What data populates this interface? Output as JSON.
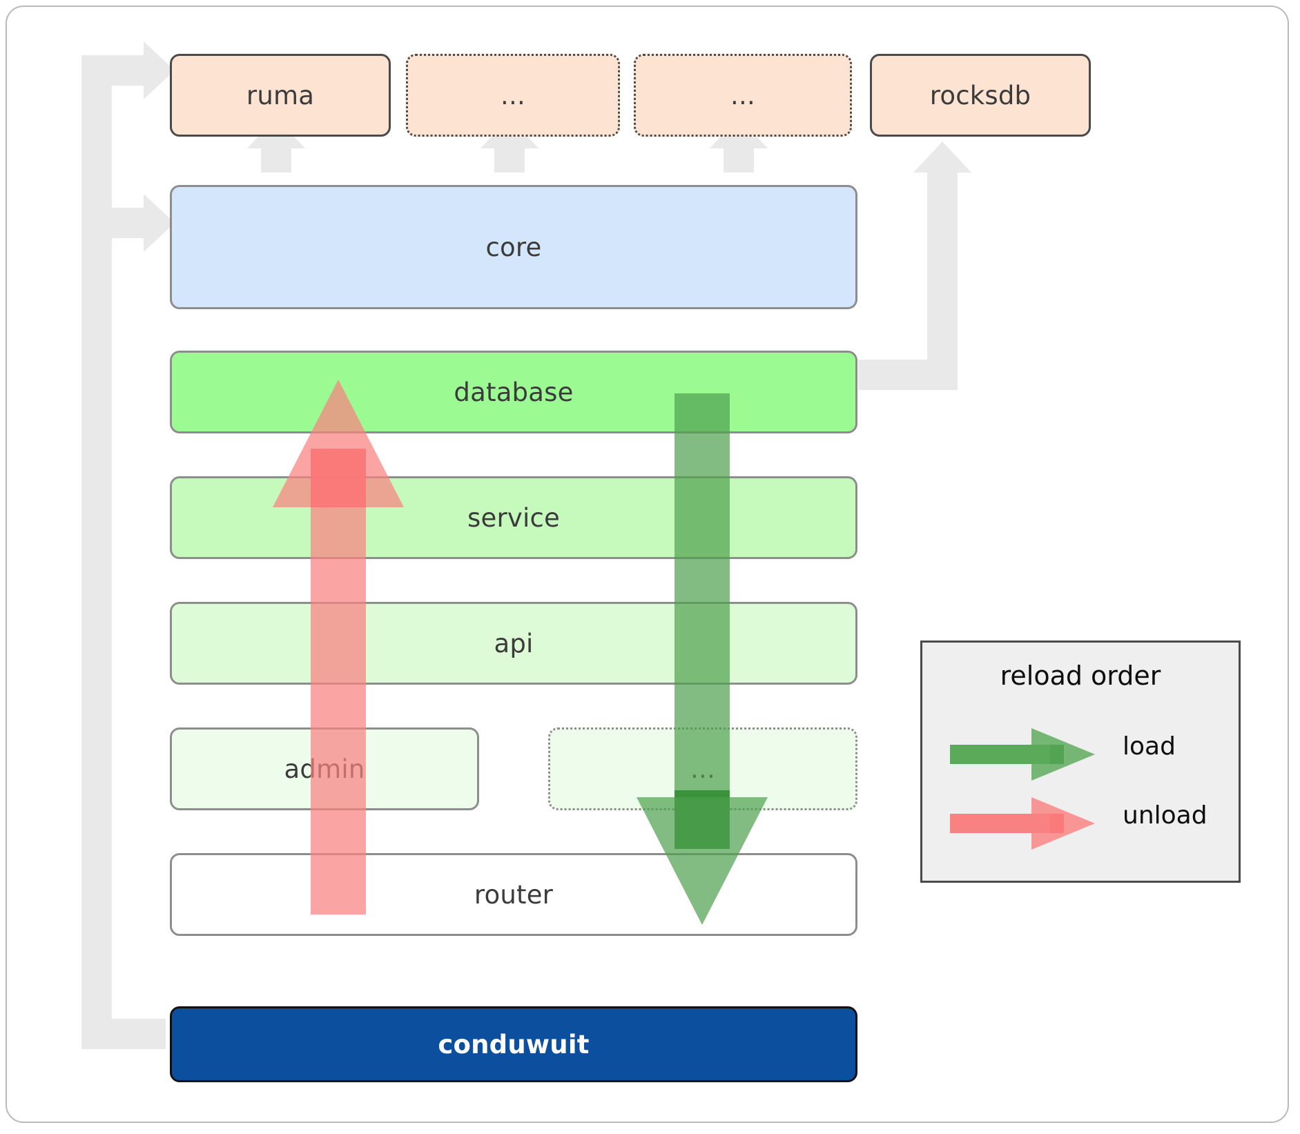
{
  "diagram": {
    "title": "conduwuit module / reload order architecture",
    "external_crates": [
      {
        "label": "ruma",
        "style": "solid",
        "color": "#fde3d1"
      },
      {
        "label": "...",
        "style": "dotted",
        "color": "#fde3d1"
      },
      {
        "label": "...",
        "style": "dotted",
        "color": "#fde3d1"
      },
      {
        "label": "rocksdb",
        "style": "solid",
        "color": "#fde3d1"
      }
    ],
    "core": {
      "label": "core",
      "color": "#d3e6fb"
    },
    "layers": [
      {
        "label": "database",
        "style": "solid",
        "color": "#9cfa93"
      },
      {
        "label": "service",
        "style": "solid",
        "color": "#c6fabd"
      },
      {
        "label": "api",
        "style": "solid",
        "color": "#ddfbd6"
      },
      {
        "label": "admin",
        "style": "solid",
        "color": "#eefdeb"
      },
      {
        "label": "...",
        "style": "dotted",
        "color": "#eefdeb"
      },
      {
        "label": "router",
        "style": "solid",
        "color": "#ffffff"
      }
    ],
    "binary": {
      "label": "conduwuit",
      "color": "#0b4f9e",
      "text_color": "#ffffff"
    },
    "legend": {
      "title": "reload order",
      "items": [
        {
          "label": "load",
          "color": "#5aaa5a",
          "direction": "down"
        },
        {
          "label": "unload",
          "color": "#fa8181",
          "direction": "up"
        }
      ]
    },
    "arrows": {
      "load_color": "#4fa04f",
      "unload_color": "#fa8181",
      "connector_color": "#e9e9e9"
    }
  }
}
